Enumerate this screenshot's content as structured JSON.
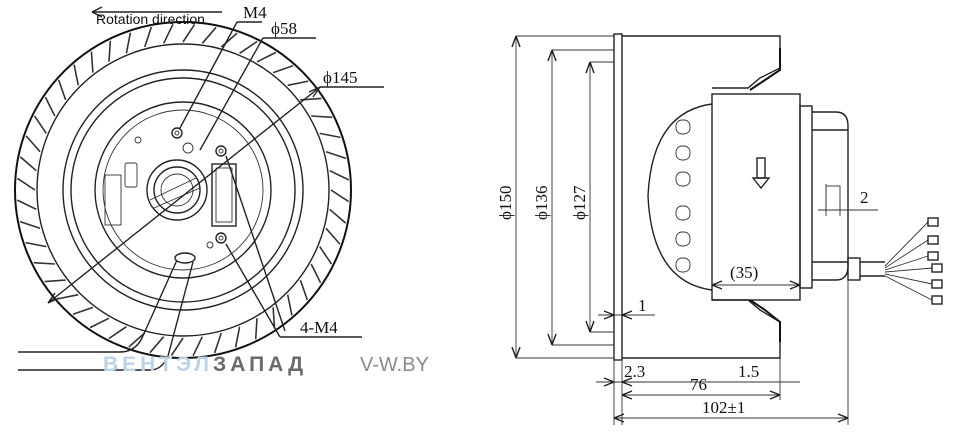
{
  "front_view": {
    "rotation_label": "Rotation direction",
    "m4_label": "M4",
    "dia58_label": "ϕ58",
    "dia145_label": "ϕ145",
    "m4x4_label": "4-M4"
  },
  "side_view": {
    "dia150_label": "ϕ150",
    "dia136_label": "ϕ136",
    "dia127_label": "ϕ127",
    "dim_35_label": "(35)",
    "dim_2_label": "2",
    "dim_1_label": "1",
    "dim_2_3_label": "2.3",
    "dim_1_5_label": "1.5",
    "dim_76_label": "76",
    "dim_102_label": "102±1"
  },
  "watermark": {
    "brand_part1": "ВЕНТЭЛ",
    "brand_part2": "ЗАПАД",
    "site": "V-W.BY",
    "color_part1": "#bcd2e6",
    "color_part2": "#6a6a6a",
    "color_site": "#8a8a8a"
  }
}
